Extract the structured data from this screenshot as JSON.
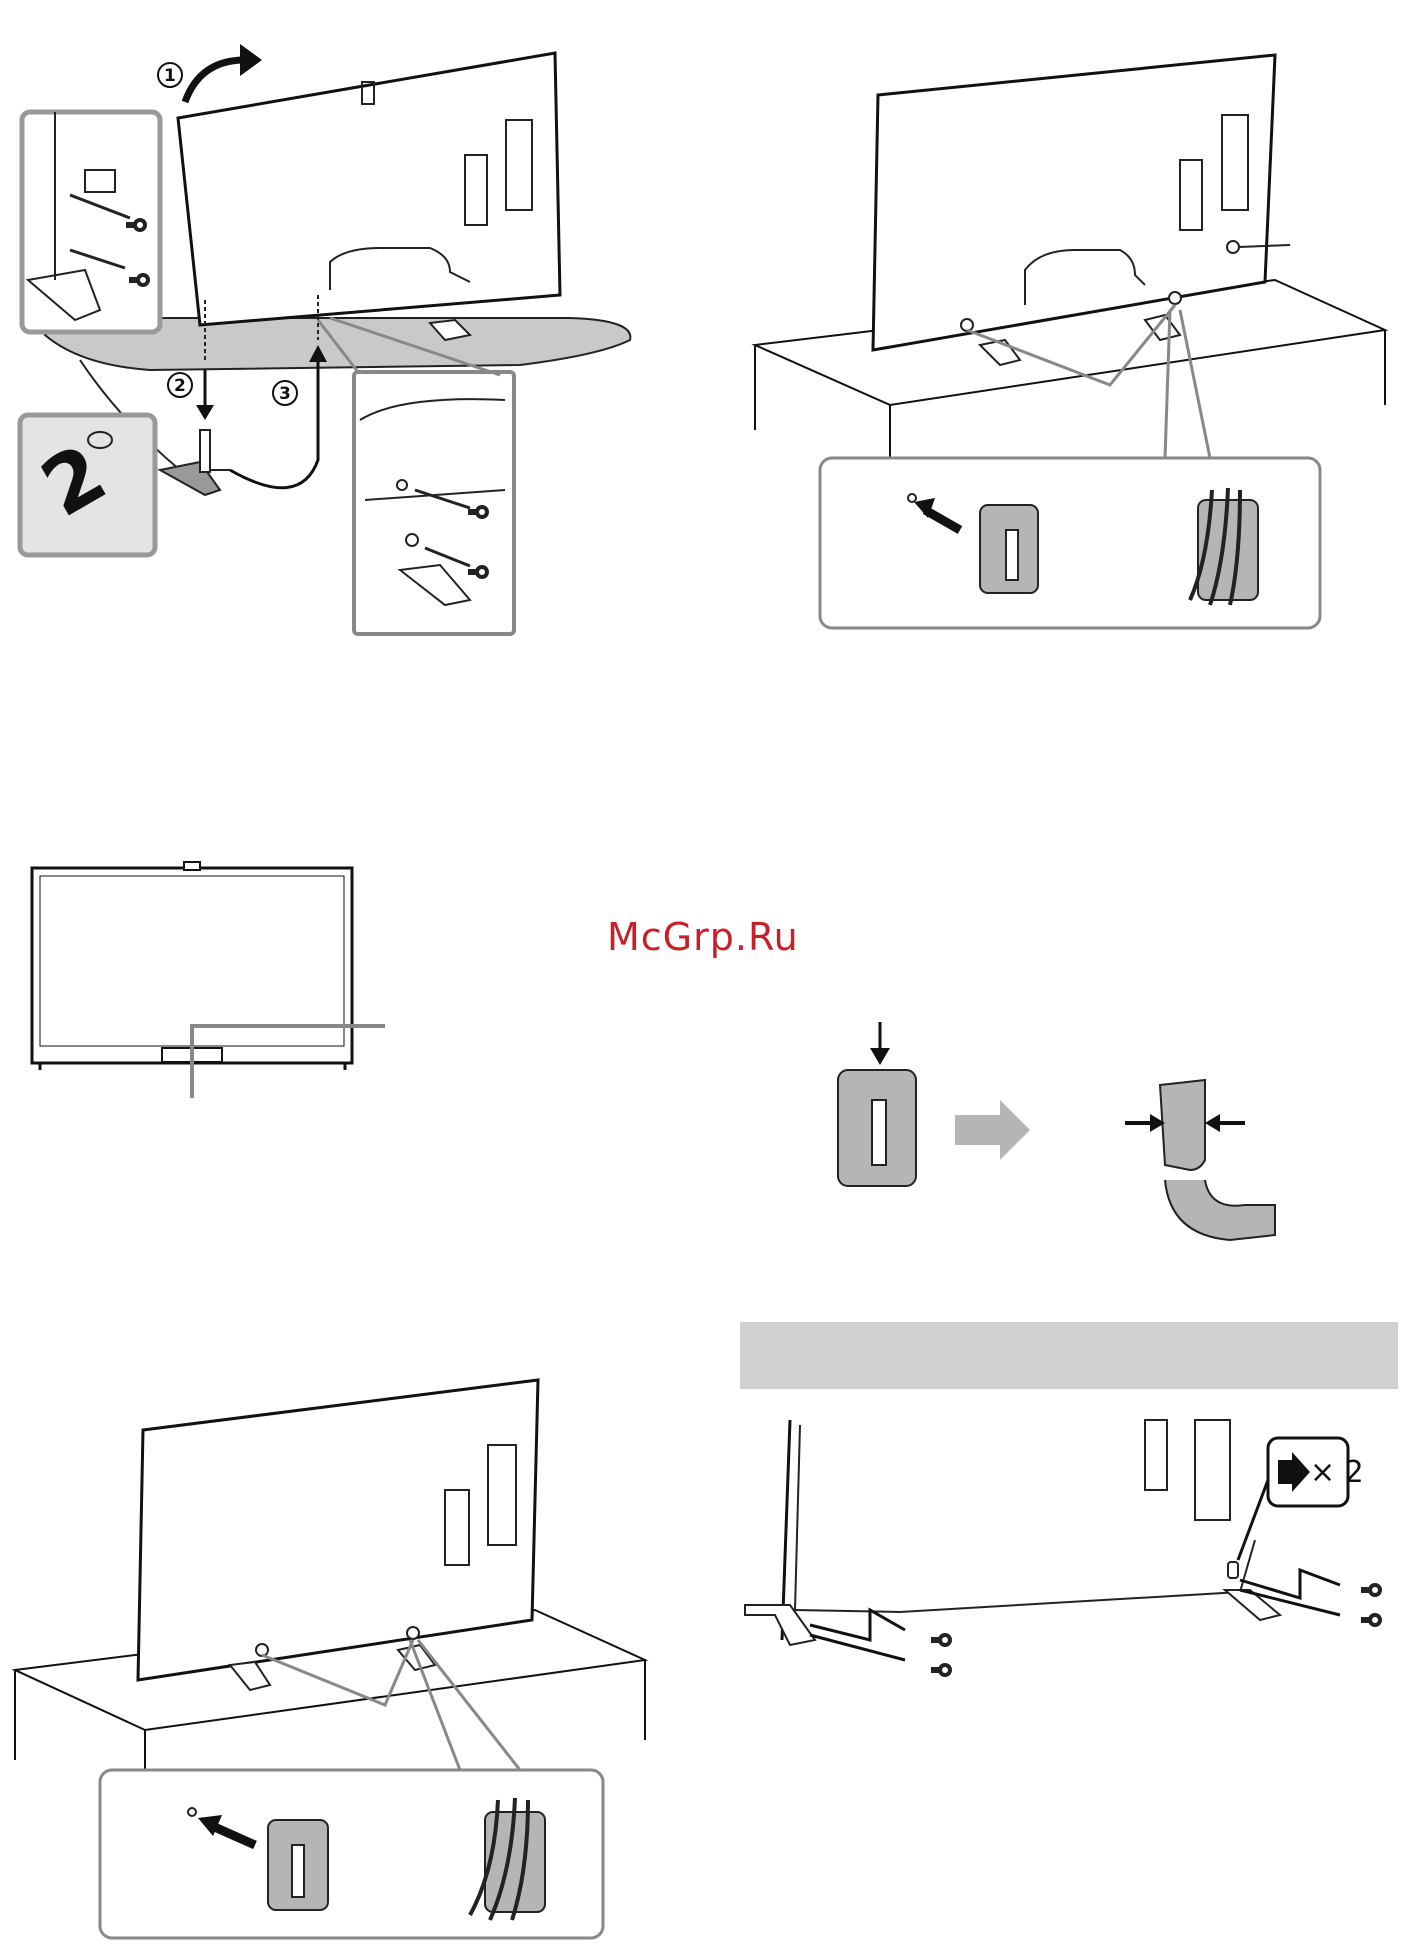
{
  "watermark": "McGrp.Ru",
  "steps": {
    "s1": "1",
    "s2": "2",
    "s3": "3"
  },
  "screw_count": {
    "mult": "× 2"
  },
  "colors": {
    "line": "#1a1a1a",
    "panel_gray": "#b5b5b5",
    "shelf_gray": "#d0d0d0",
    "callout_gray": "#e8e8e8",
    "watermark_red": "#c8202a"
  }
}
